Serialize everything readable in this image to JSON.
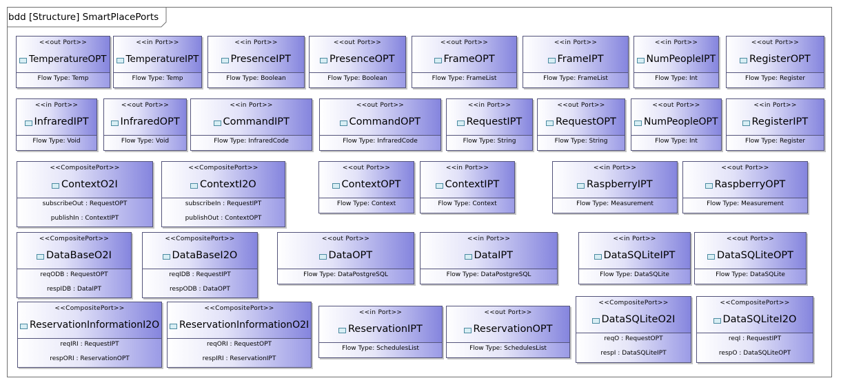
{
  "diagram": {
    "frame_label": "bdd [Structure] SmartPlacePorts",
    "blocks": [
      {
        "stereotype": "<<out Port>>",
        "name": "TemperatureOPT",
        "flow": "Flow Type: Temp"
      },
      {
        "stereotype": "<<in Port>>",
        "name": "TemperatureIPT",
        "flow": "Flow Type: Temp"
      },
      {
        "stereotype": "<<in Port>>",
        "name": "PresenceIPT",
        "flow": "Flow Type: Boolean"
      },
      {
        "stereotype": "<<out Port>>",
        "name": "PresenceOPT",
        "flow": "Flow Type: Boolean"
      },
      {
        "stereotype": "<<out Port>>",
        "name": "FrameOPT",
        "flow": "Flow Type: FrameList"
      },
      {
        "stereotype": "<<in Port>>",
        "name": "FrameIPT",
        "flow": "Flow Type: FrameList"
      },
      {
        "stereotype": "<<in Port>>",
        "name": "NumPeopleIPT",
        "flow": "Flow Type: Int"
      },
      {
        "stereotype": "<<out Port>>",
        "name": "RegisterOPT",
        "flow": "Flow Type: Register"
      },
      {
        "stereotype": "<<in Port>>",
        "name": "InfraredIPT",
        "flow": "Flow Type: Void"
      },
      {
        "stereotype": "<<out Port>>",
        "name": "InfraredOPT",
        "flow": "Flow Type: Void"
      },
      {
        "stereotype": "<<in Port>>",
        "name": "CommandIPT",
        "flow": "Flow Type: InfraredCode"
      },
      {
        "stereotype": "<<out Port>>",
        "name": "CommandOPT",
        "flow": "Flow Type: InfraredCode"
      },
      {
        "stereotype": "<<in Port>>",
        "name": "RequestIPT",
        "flow": "Flow Type: String"
      },
      {
        "stereotype": "<<out Port>>",
        "name": "RequestOPT",
        "flow": "Flow Type: String"
      },
      {
        "stereotype": "<<out Port>>",
        "name": "NumPeopleOPT",
        "flow": "Flow Type: Int"
      },
      {
        "stereotype": "<<in Port>>",
        "name": "RegisterIPT",
        "flow": "Flow Type: Register"
      },
      {
        "stereotype": "<<CompositePort>>",
        "name": "ContextO2I",
        "attrs": [
          "subscribeOut : RequestOPT",
          "publishIn : ContextIPT"
        ]
      },
      {
        "stereotype": "<<CompositePort>>",
        "name": "ContextI2O",
        "attrs": [
          "subscribeIn : RequestIPT",
          "publishOut : ContextOPT"
        ]
      },
      {
        "stereotype": "<<out Port>>",
        "name": "ContextOPT",
        "flow": "Flow Type: Context"
      },
      {
        "stereotype": "<<in Port>>",
        "name": "ContextIPT",
        "flow": "Flow Type: Context"
      },
      {
        "stereotype": "<<in Port>>",
        "name": "RaspberryIPT",
        "flow": "Flow Type: Measurement"
      },
      {
        "stereotype": "<<out Port>>",
        "name": "RaspberryOPT",
        "flow": "Flow Type: Measurement"
      },
      {
        "stereotype": "<<CompositePort>>",
        "name": "DataBaseO2I",
        "attrs": [
          "reqODB : RequestOPT",
          "respIDB : DataIPT"
        ]
      },
      {
        "stereotype": "<<CompositePort>>",
        "name": "DataBaseI2O",
        "attrs": [
          "reqIDB : RequestIPT",
          "respODB : DataOPT"
        ]
      },
      {
        "stereotype": "<<out Port>>",
        "name": "DataOPT",
        "flow": "Flow Type: DataPostgreSQL"
      },
      {
        "stereotype": "<<in Port>>",
        "name": "DataIPT",
        "flow": "Flow Type: DataPostgreSQL"
      },
      {
        "stereotype": "<<in Port>>",
        "name": "DataSQLiteIPT",
        "flow": "Flow Type: DataSQLite"
      },
      {
        "stereotype": "<<out Port>>",
        "name": "DataSQLiteOPT",
        "flow": "Flow Type: DataSQLite"
      },
      {
        "stereotype": "<<CompositePort>>",
        "name": "ReservationInformationI2O",
        "attrs": [
          "reqIRI : RequestIPT",
          "respORI : ReservationOPT"
        ]
      },
      {
        "stereotype": "<<CompositePort>>",
        "name": "ReservationInformationO2I",
        "attrs": [
          "reqORI : RequestOPT",
          "respIRI : ReservationIPT"
        ]
      },
      {
        "stereotype": "<<in Port>>",
        "name": "ReservationIPT",
        "flow": "Flow Type: SchedulesList"
      },
      {
        "stereotype": "<<out Port>>",
        "name": "ReservationOPT",
        "flow": "Flow Type: SchedulesList"
      },
      {
        "stereotype": "<<CompositePort>>",
        "name": "DataSQLiteO2I",
        "attrs": [
          "reqO : RequestOPT",
          "respI : DataSQLiteIPT"
        ]
      },
      {
        "stereotype": "<<CompositePort>>",
        "name": "DataSQLiteI2O",
        "attrs": [
          "reqI : RequestIPT",
          "respO : DataSQLiteOPT"
        ]
      }
    ]
  }
}
